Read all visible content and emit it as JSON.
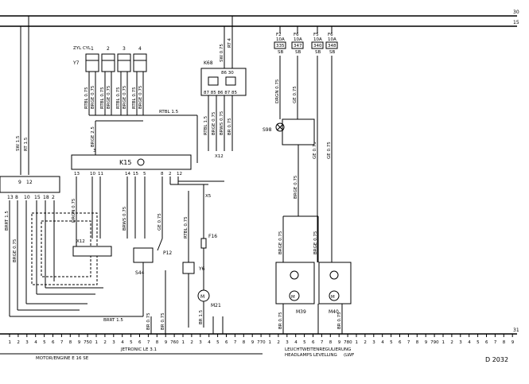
{
  "bus": {
    "line_30": "30",
    "line_15": "15",
    "line_31": "31"
  },
  "components": {
    "Y7": {
      "name": "Y7",
      "sub": "ZYL CYL",
      "cyl_numbers": [
        "1",
        "2",
        "3",
        "4"
      ]
    },
    "K68": {
      "name": "K68",
      "pins_top": "86 30",
      "pins_bottom": "87 85 86 87 85"
    },
    "K15": {
      "name": "K15",
      "pin_top": "3",
      "pins_bottom": [
        "13",
        "10",
        "11",
        "14",
        "15",
        "5",
        "8",
        "2",
        "12"
      ]
    },
    "S44": {
      "name": "S44"
    },
    "P12": {
      "name": "P12"
    },
    "Y6": {
      "name": "Y6"
    },
    "M21": {
      "name": "M21"
    },
    "F16": {
      "name": "F16"
    },
    "S98": {
      "name": "S98"
    },
    "M39": {
      "name": "M39"
    },
    "M40": {
      "name": "M40"
    },
    "left_block": {
      "pins_top": [
        "9",
        "12"
      ],
      "pins_bottom": [
        "13",
        "8",
        "10",
        "15",
        "18",
        "2"
      ]
    }
  },
  "fuses": [
    {
      "name": "F2",
      "rating": "10A",
      "code": "335",
      "wire": "SB"
    },
    {
      "name": "F6",
      "rating": "10A",
      "code": "347",
      "wire": "SB"
    },
    {
      "name": "F5",
      "rating": "10A",
      "code": "340",
      "wire": "SB"
    },
    {
      "name": "F6",
      "rating": "10A",
      "code": "348",
      "wire": "SB"
    }
  ],
  "wire_labels": {
    "sw_1_5": "SW 1.5",
    "rt_1_5": "RT 1.5",
    "sw_0_75": "SW 0.75",
    "rt_4": "RT 4",
    "rtbl_0_75": "RTBL 0.75",
    "brge_0_75": "BRGE 0.75",
    "brge_2_5": "BRGE 2.5",
    "rtbl_1_5": "RTBL 1.5",
    "br_0_75": "BR 0.75",
    "brws_0_75": "BRWS 0.75",
    "ge_0_75": "GE 0.75",
    "dgn_0_75": "DRGN 0.75",
    "brrt_1_5": "BRRT 1.5",
    "x12": "X12",
    "x5": "X5",
    "br_1_5": "BR 1.5"
  },
  "bottom_ruler": {
    "numbers": [
      "1",
      "2",
      "3",
      "4",
      "5",
      "6",
      "7",
      "8",
      "9",
      "750",
      "1",
      "2",
      "3",
      "4",
      "5",
      "6",
      "7",
      "8",
      "9",
      "760",
      "1",
      "2",
      "3",
      "4",
      "5",
      "6",
      "7",
      "8",
      "9",
      "770",
      "1",
      "2",
      "3",
      "4",
      "5",
      "6",
      "7",
      "8",
      "9",
      "780",
      "1",
      "2",
      "3",
      "4",
      "5",
      "6",
      "7",
      "8",
      "9",
      "790",
      "1",
      "2",
      "3",
      "4",
      "5",
      "6",
      "7",
      "8",
      "9"
    ],
    "section_engine": "MOTOR/ENGINE E 16 SE",
    "section_jetronic": "JETRONIC LE 3.1",
    "section_level_de": "LEUCHTWEITENREGULIERUNG",
    "section_level_en": "HEADLAMPS LEVELLING",
    "section_level_abbr": "(LWF"
  },
  "page_code": "D 2032"
}
